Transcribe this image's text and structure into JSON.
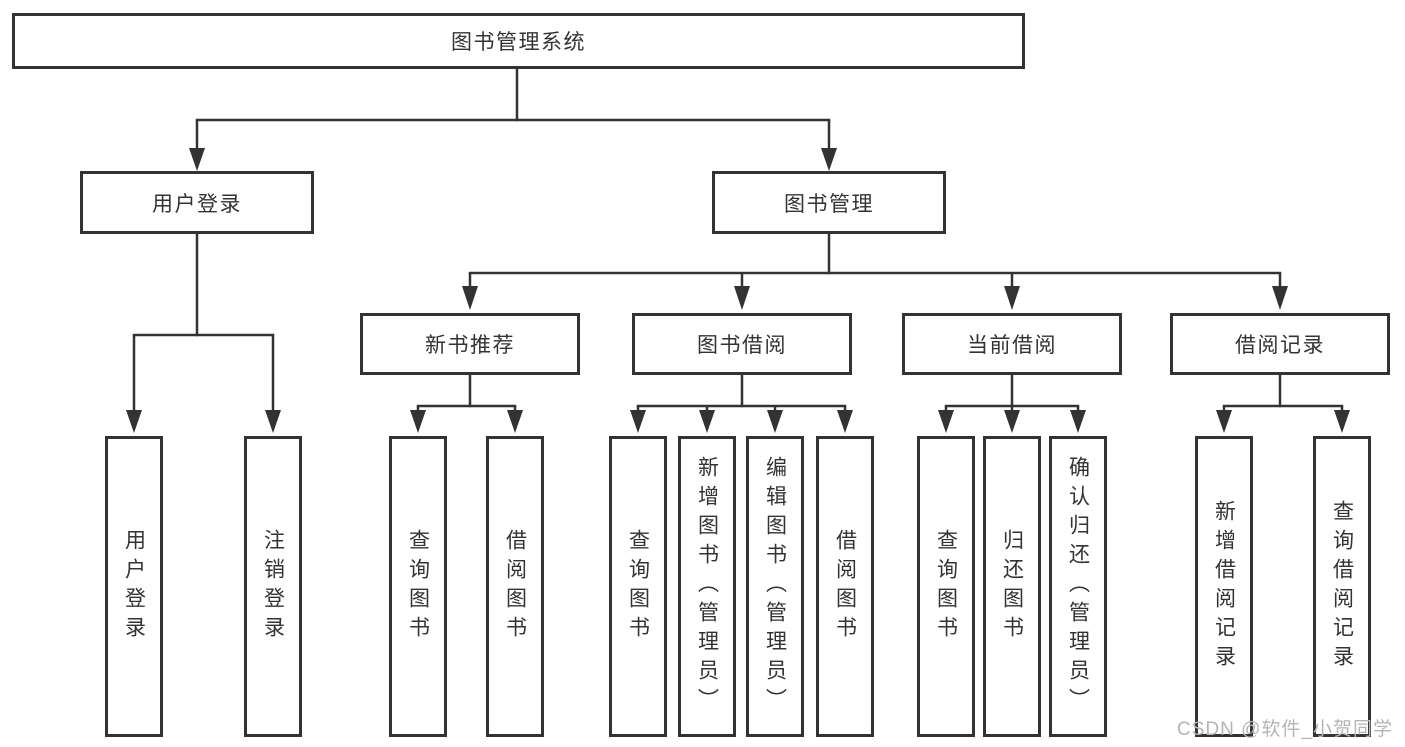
{
  "diagram": {
    "watermark": "CSDN @软件_小贺同学",
    "colors": {
      "line": "#333333",
      "text": "#333333",
      "background": "#ffffff",
      "watermark": "#b5b5b5"
    },
    "tree": {
      "label": "图书管理系统",
      "children": [
        {
          "label": "用户登录",
          "children": [
            {
              "label": "用户登录"
            },
            {
              "label": "注销登录"
            }
          ]
        },
        {
          "label": "图书管理",
          "children": [
            {
              "label": "新书推荐",
              "children": [
                {
                  "label": "查询图书"
                },
                {
                  "label": "借阅图书"
                }
              ]
            },
            {
              "label": "图书借阅",
              "children": [
                {
                  "label": "查询图书"
                },
                {
                  "label": "新增图书（管理员）"
                },
                {
                  "label": "编辑图书（管理员）"
                },
                {
                  "label": "借阅图书"
                }
              ]
            },
            {
              "label": "当前借阅",
              "children": [
                {
                  "label": "查询图书"
                },
                {
                  "label": "归还图书"
                },
                {
                  "label": "确认归还（管理员）"
                }
              ]
            },
            {
              "label": "借阅记录",
              "children": [
                {
                  "label": "新增借阅记录"
                },
                {
                  "label": "查询借阅记录"
                }
              ]
            }
          ]
        }
      ]
    }
  }
}
